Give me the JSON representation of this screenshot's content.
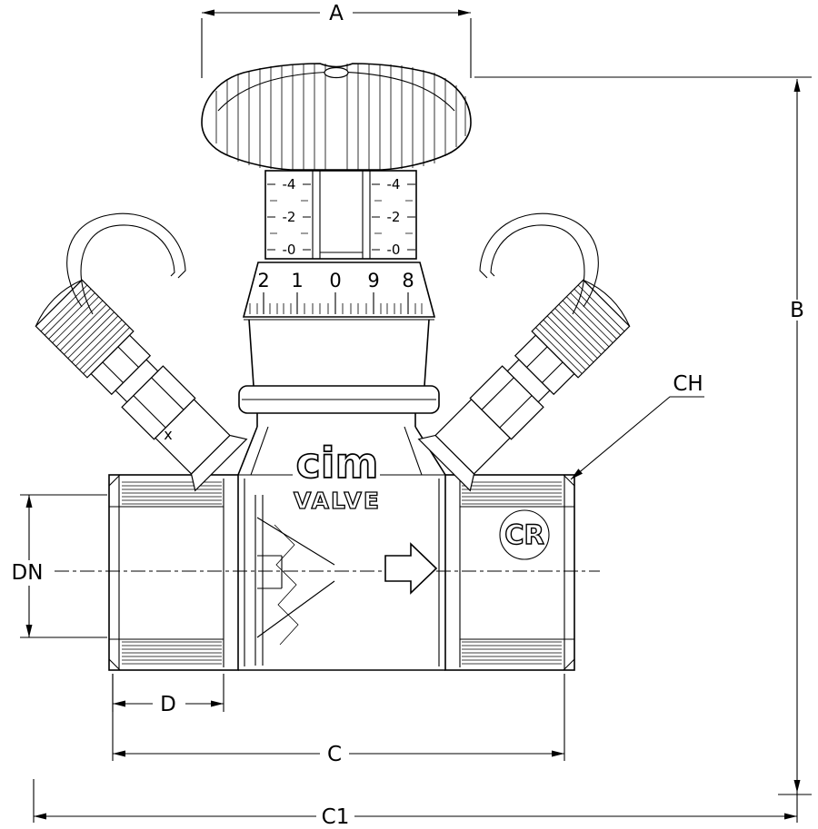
{
  "colors": {
    "line": "#000000",
    "background": "#ffffff"
  },
  "dimensions": {
    "a": "A",
    "b": "B",
    "c": "C",
    "c1": "C1",
    "d": "D",
    "dn": "DN",
    "ch": "CH"
  },
  "stem_scale": {
    "left": [
      "-4",
      "-2",
      "-0"
    ],
    "right": [
      "-4",
      "-2",
      "-0"
    ]
  },
  "dial": {
    "numbers": [
      "2",
      "1",
      "0",
      "9",
      "8"
    ]
  },
  "markings": {
    "brand_script": "cim",
    "brand_word": "VALVE",
    "logo": "CR",
    "port_mark": "x"
  }
}
